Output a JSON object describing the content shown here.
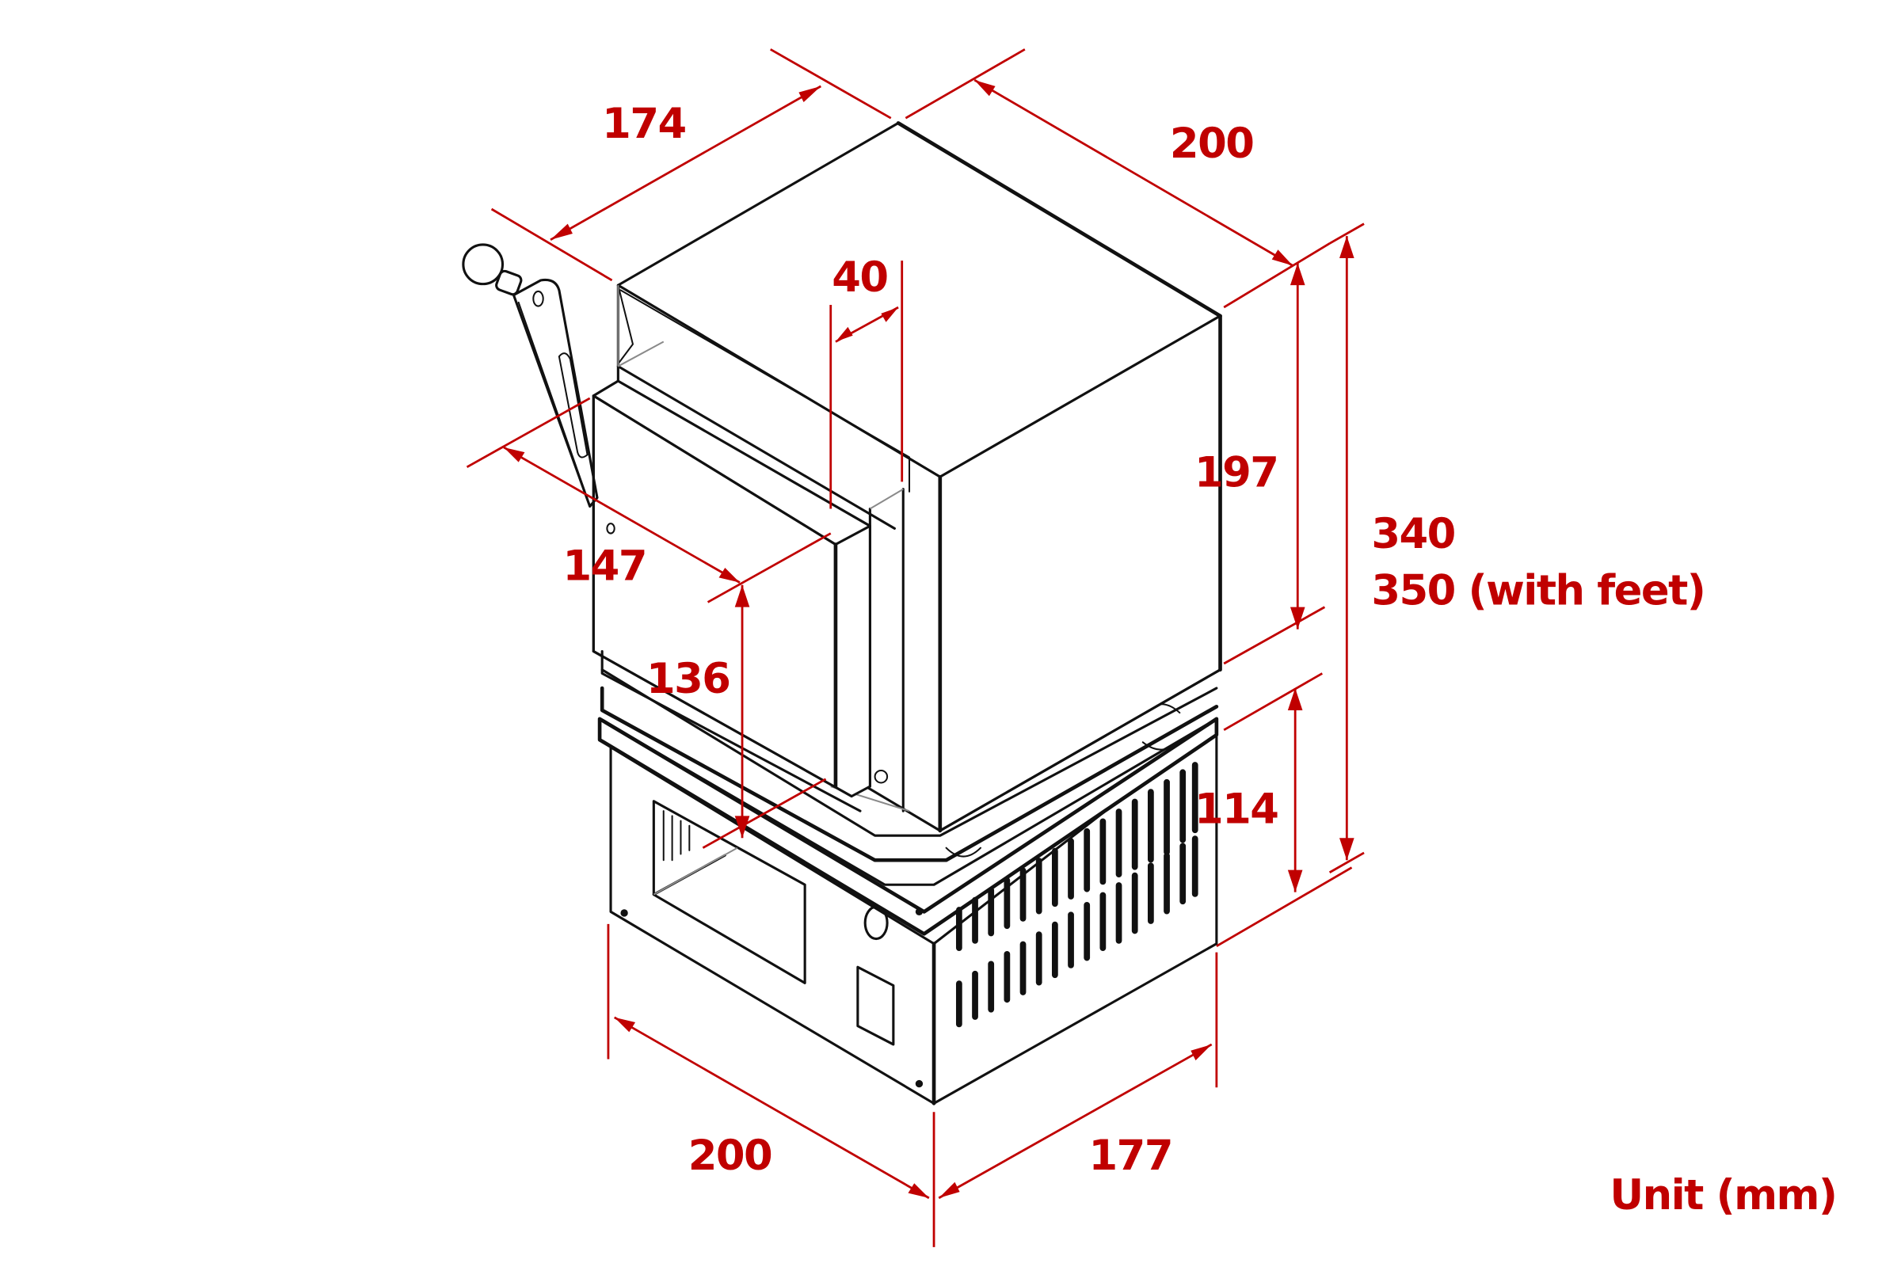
{
  "diagram": {
    "title": "Furnace outline dimensions (isometric)",
    "subject": "Compact muffle / dental furnace with door handle and vented base",
    "accent_color": "#c00000",
    "line_color": "#111111",
    "unit_label": "Unit (mm)",
    "dimensions": {
      "top_depth": {
        "value": "174",
        "desc": "Chamber body depth (left top edge)"
      },
      "top_width": {
        "value": "200",
        "desc": "Chamber body width (right top edge)"
      },
      "door_projection": {
        "value": "40",
        "desc": "Door protrusion in front of body"
      },
      "door_width": {
        "value": "147",
        "desc": "Door width"
      },
      "door_height": {
        "value": "136",
        "desc": "Door height"
      },
      "chamber_height": {
        "value": "197",
        "desc": "Upper chamber height"
      },
      "total_height": {
        "value": "340",
        "desc": "Overall height"
      },
      "total_height_with_feet": {
        "value": "350 (with feet)",
        "desc": "Overall height including feet"
      },
      "base_height": {
        "value": "114",
        "desc": "Base / controller housing height"
      },
      "base_width": {
        "value": "200",
        "desc": "Base front width"
      },
      "base_depth": {
        "value": "177",
        "desc": "Base side depth"
      }
    },
    "parts": [
      {
        "name": "handle-knob",
        "label": "Door handle knob"
      },
      {
        "name": "lever-arm",
        "label": "Door lever arm"
      },
      {
        "name": "door",
        "label": "Furnace door"
      },
      {
        "name": "chamber-body",
        "label": "Upper chamber body"
      },
      {
        "name": "base-housing",
        "label": "Base housing with vents"
      },
      {
        "name": "front-opening",
        "label": "Front display/control opening"
      },
      {
        "name": "power-switch",
        "label": "Round switch"
      },
      {
        "name": "square-panel",
        "label": "Square panel"
      },
      {
        "name": "side-vents",
        "label": "Side ventilation slots"
      }
    ]
  }
}
